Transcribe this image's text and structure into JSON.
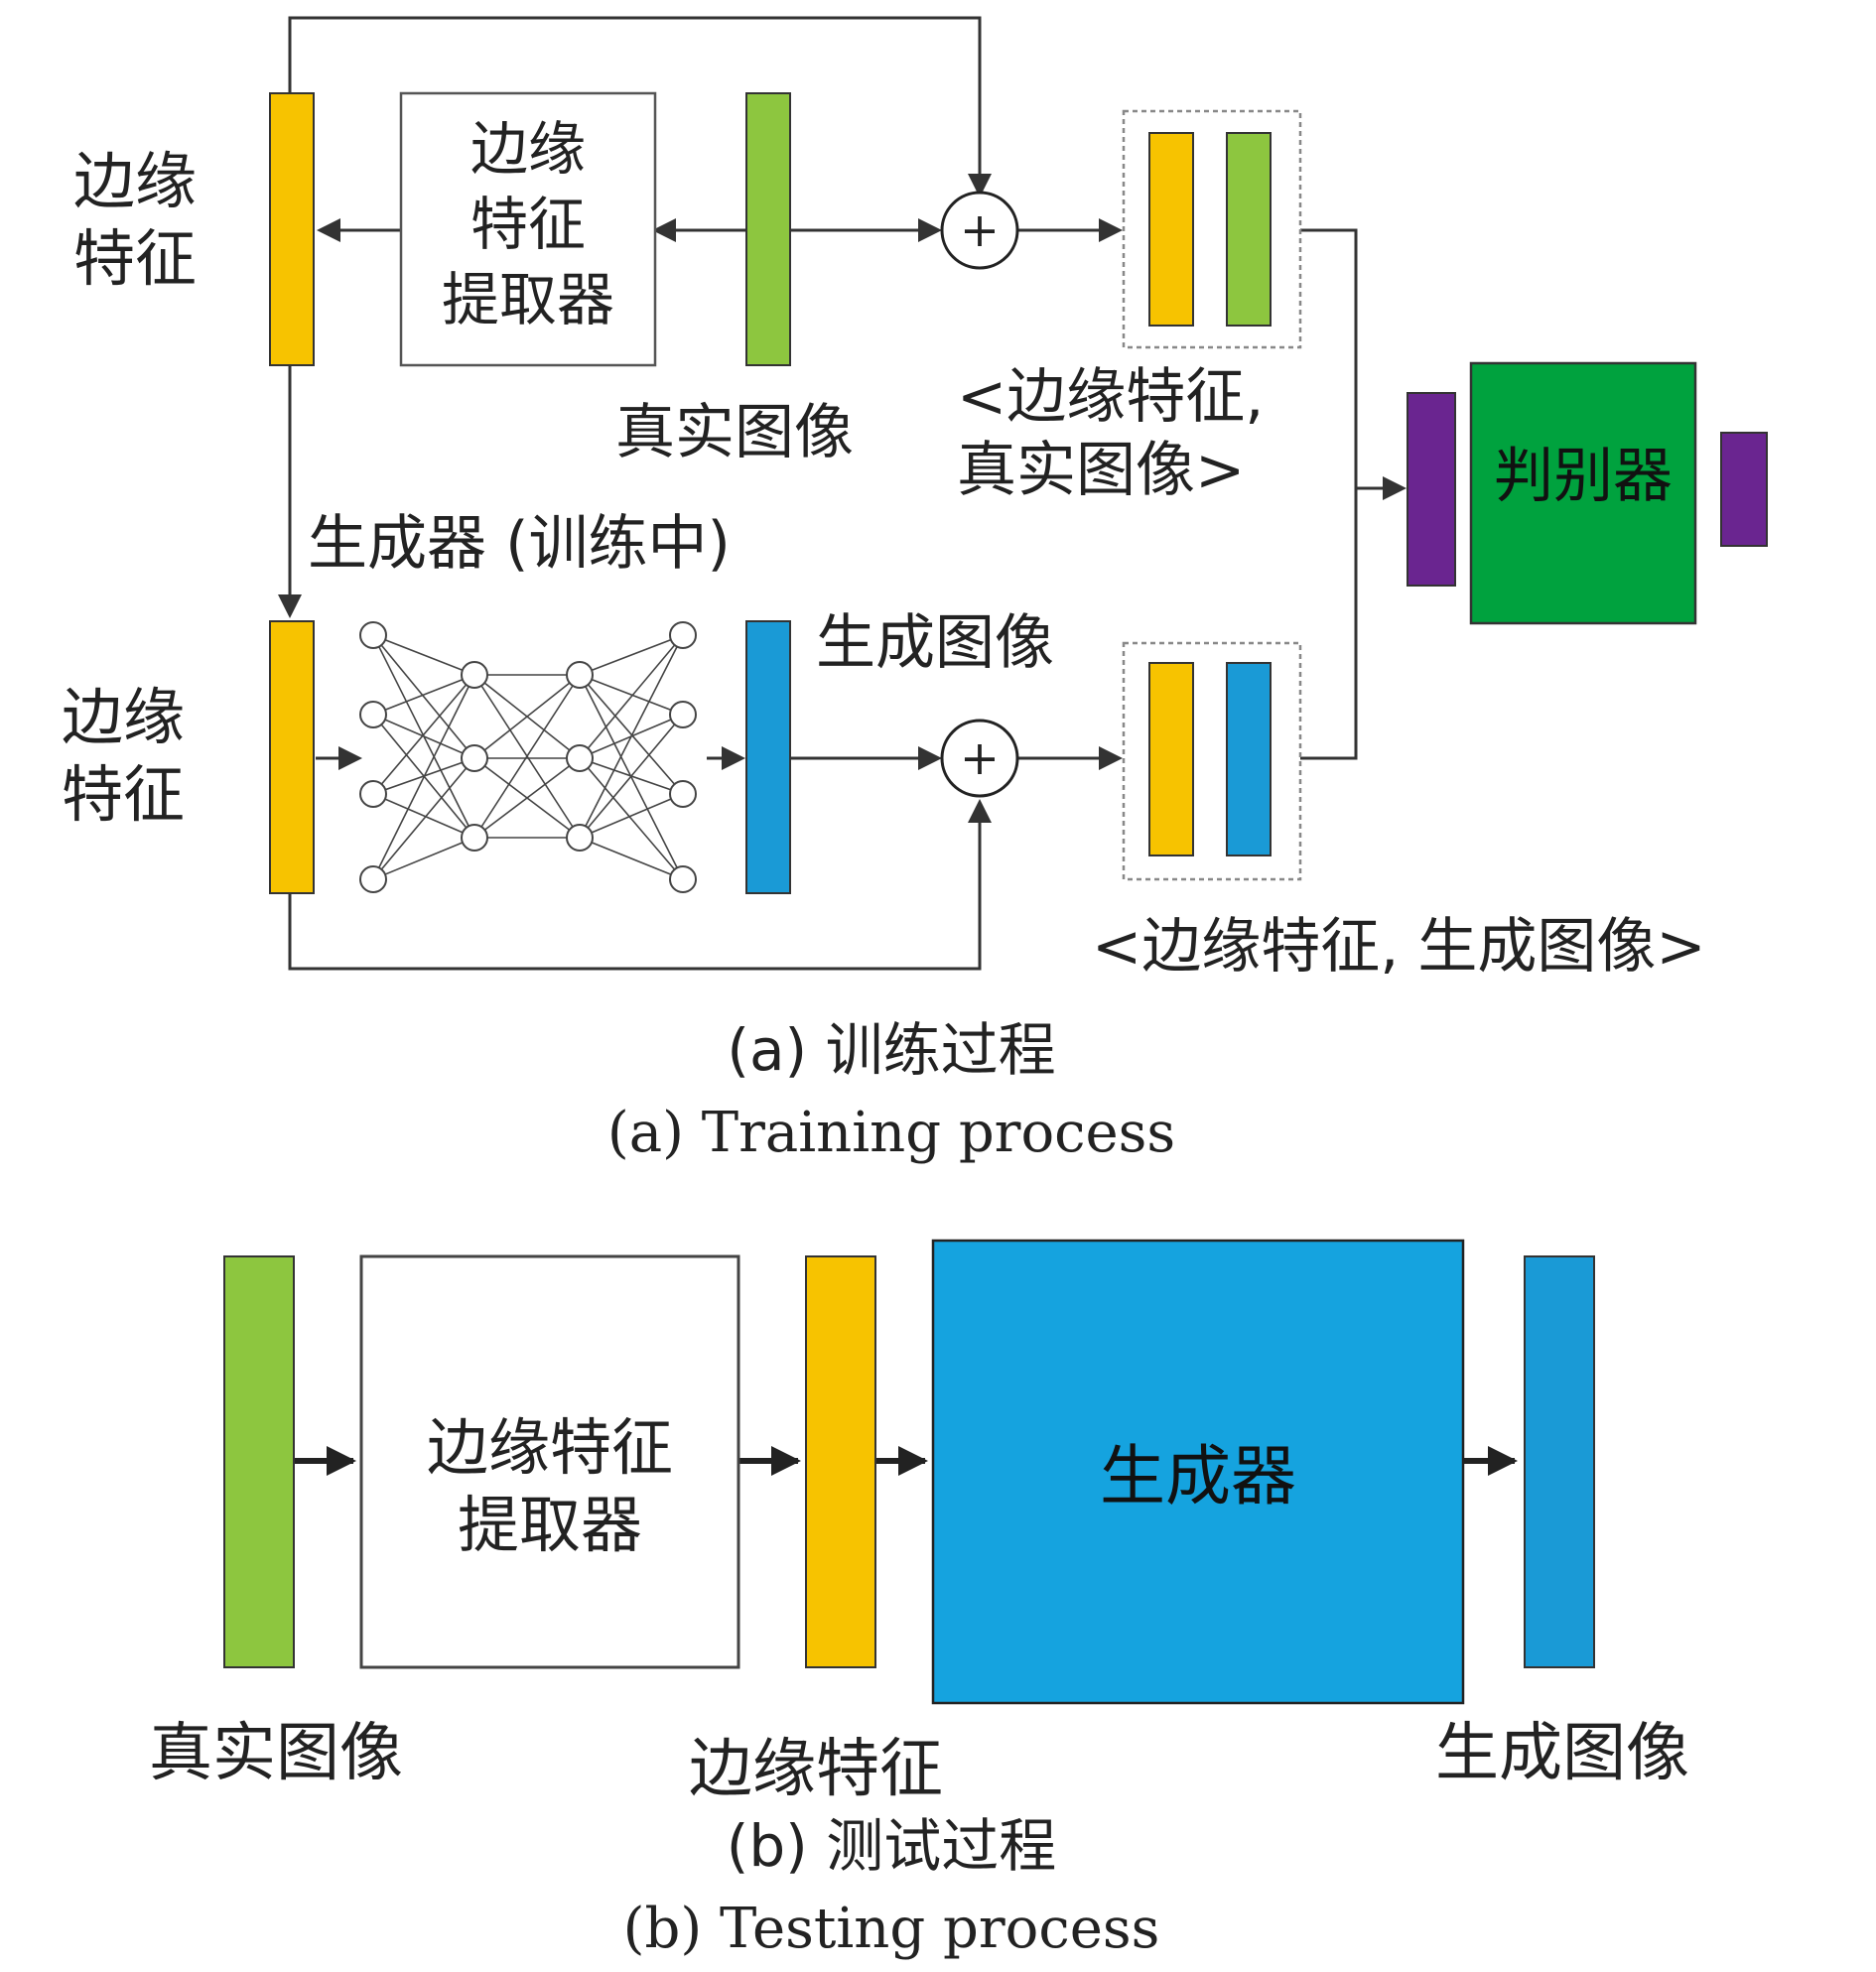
{
  "colors": {
    "edge": "#f7c300",
    "real": "#8dc63f",
    "generated": "#1a9ad6",
    "discriminator": "#00a23e",
    "output": "#6a2590",
    "generator_box": "#15a3df"
  },
  "training": {
    "edge_feature_top": "边缘\n特征",
    "extractor": "边缘\n特征\n提取器",
    "real_image": "真实图像",
    "pair_real": "<边缘特征,\n真实图像>",
    "generator_training": "生成器 (训练中)",
    "edge_feature_bottom": "边缘\n特征",
    "generated_image": "生成图像",
    "pair_generated": "<边缘特征, 生成图像>",
    "discriminator": "判别器",
    "plus_symbol": "+",
    "caption_cn": "(a) 训练过程",
    "caption_en": "(a) Training process"
  },
  "testing": {
    "extractor": "边缘特征\n提取器",
    "generator": "生成器",
    "real_image": "真实图像",
    "edge_feature": "边缘特征",
    "generated_image": "生成图像",
    "caption_cn": "(b) 测试过程",
    "caption_en": "(b) Testing process"
  }
}
